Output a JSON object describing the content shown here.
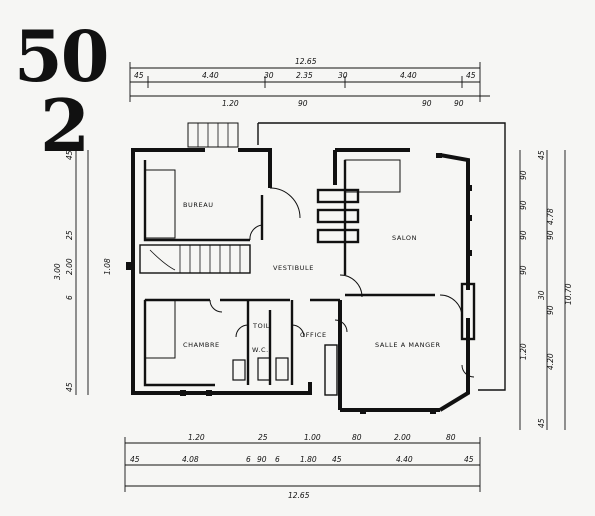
{
  "plate": {
    "number_top": "50",
    "number_bottom": "2"
  },
  "rooms": {
    "bureau": "BUREAU",
    "vestibule": "VESTIBULE",
    "salon": "SALON",
    "chambre": "CHAMBRE",
    "toilet": "TOIL",
    "wc": "W.C.",
    "office": "OFFICE",
    "salle_a_manger": "SALLE A MANGER"
  },
  "dimensions": {
    "top_total": "12.65",
    "top_row": [
      "45",
      "4.40",
      "30",
      "2.35",
      "30",
      "4.40",
      "45"
    ],
    "top_row2": [
      "1.20",
      "90"
    ],
    "top_row3": [
      "90",
      "90"
    ],
    "bottom_row1": [
      "1.20",
      "25",
      "1.00",
      "80",
      "2.00",
      "80"
    ],
    "bottom_row2": [
      "45",
      "4.08",
      "6",
      "90",
      "6",
      "1.80",
      "45",
      "4.40",
      "45"
    ],
    "bottom_total": "12.65",
    "left": [
      "45",
      "25",
      "3.00",
      "6",
      "2.00",
      "1.08",
      "45"
    ],
    "right_inner": [
      "45",
      "90",
      "90",
      "90",
      "90",
      "90",
      "30",
      "90",
      "1.20"
    ],
    "right_outer": [
      "4.78",
      "4.20",
      "10.70",
      "45"
    ]
  }
}
